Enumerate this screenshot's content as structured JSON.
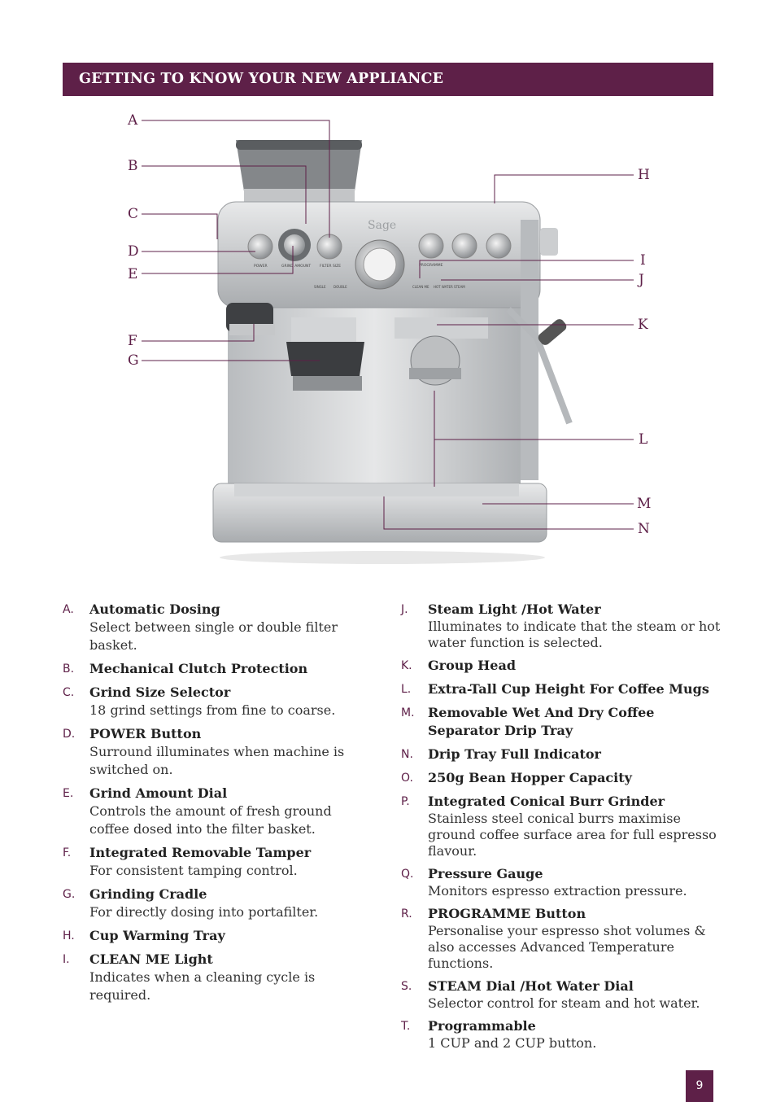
{
  "header": {
    "title": "GETTING TO KNOW YOUR NEW APPLIANCE"
  },
  "callouts": [
    "A",
    "B",
    "C",
    "D",
    "E",
    "F",
    "G",
    "H",
    "I",
    "J",
    "K",
    "L",
    "M",
    "N"
  ],
  "machine": {
    "brand": "Sage",
    "labels": {
      "power": "POWER",
      "grind_amount": "GRIND AMOUNT",
      "filter_size": "FILTER SIZE",
      "single": "SINGLE",
      "double": "DOUBLE",
      "programme": "PROGRAMME",
      "clean_me": "CLEAN ME",
      "hot_water_steam": "HOT WATER STEAM"
    }
  },
  "items_left": [
    {
      "letter": "A.",
      "title": "Automatic Dosing",
      "desc": "Select between single or double filter basket."
    },
    {
      "letter": "B.",
      "title": "Mechanical Clutch Protection",
      "desc": ""
    },
    {
      "letter": "C.",
      "title": "Grind Size Selector",
      "desc": "18 grind settings from fine to coarse."
    },
    {
      "letter": "D.",
      "title": "POWER Button",
      "desc": "Surround illuminates when machine is switched on."
    },
    {
      "letter": "E.",
      "title": "Grind Amount Dial",
      "desc": "Controls the amount of fresh ground coffee dosed into the filter basket."
    },
    {
      "letter": "F.",
      "title": "Integrated Removable Tamper",
      "desc": "For consistent tamping control."
    },
    {
      "letter": "G.",
      "title": "Grinding Cradle",
      "desc": "For directly dosing into portafilter."
    },
    {
      "letter": "H.",
      "title": "Cup Warming Tray",
      "desc": ""
    },
    {
      "letter": "I.",
      "title": "CLEAN ME Light",
      "desc": "Indicates when a cleaning cycle is required."
    }
  ],
  "items_right": [
    {
      "letter": "J.",
      "title": "Steam Light /Hot Water",
      "desc": "Illuminates to indicate that the steam or hot water function is selected."
    },
    {
      "letter": "K.",
      "title": "Group Head",
      "desc": ""
    },
    {
      "letter": "L.",
      "title": "Extra-Tall Cup Height For Coffee Mugs",
      "desc": ""
    },
    {
      "letter": "M.",
      "title": "Removable Wet And Dry Coffee Separator Drip Tray",
      "desc": ""
    },
    {
      "letter": "N.",
      "title": "Drip Tray Full Indicator",
      "desc": ""
    },
    {
      "letter": "O.",
      "title": "250g Bean Hopper Capacity",
      "desc": ""
    },
    {
      "letter": "P.",
      "title": "Integrated Conical Burr Grinder",
      "desc": "Stainless steel conical burrs maximise ground coffee surface area for full espresso flavour."
    },
    {
      "letter": "Q.",
      "title": "Pressure Gauge",
      "desc": "Monitors espresso extraction pressure."
    },
    {
      "letter": "R.",
      "title": "PROGRAMME Button",
      "desc": "Personalise your espresso shot volumes & also accesses Advanced Temperature functions."
    },
    {
      "letter": "S.",
      "title": "STEAM Dial /Hot Water Dial",
      "desc": "Selector control for steam and hot water."
    },
    {
      "letter": "T.",
      "title": "Programmable",
      "desc": "1 CUP and 2 CUP button."
    }
  ],
  "page_number": "9",
  "colors": {
    "accent": "#5e2048",
    "steel": "#c9cbcd"
  }
}
